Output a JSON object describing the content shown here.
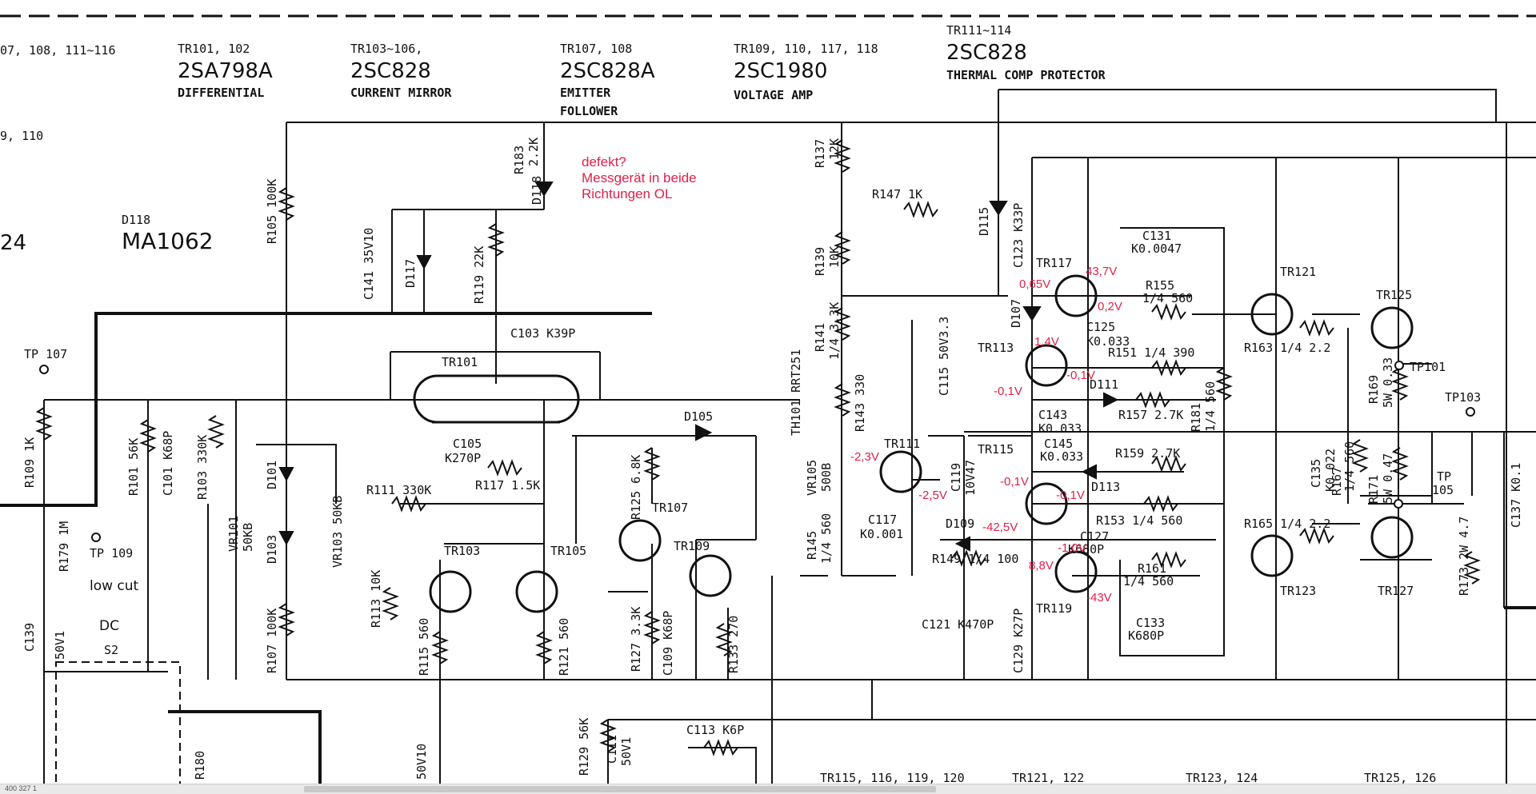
{
  "headers": [
    {
      "id": "h0",
      "sub": "07, 108, 111~116",
      "part": "",
      "func": ""
    },
    {
      "id": "h1",
      "sub": "TR101, 102",
      "part": "2SA798A",
      "func": "DIFFERENTIAL"
    },
    {
      "id": "h2",
      "sub": "TR103~106,",
      "part": "2SC828",
      "func": "CURRENT MIRROR"
    },
    {
      "id": "h3",
      "sub": "TR107, 108",
      "part": "2SC828A",
      "func": "EMITTER",
      "func2": "FOLLOWER"
    },
    {
      "id": "h4",
      "sub": "TR109, 110, 117, 118",
      "part": "2SC1980",
      "func": "VOLTAGE AMP"
    },
    {
      "id": "h5",
      "sub": "TR111~114",
      "part": "2SC828",
      "func": "THERMAL  COMP  PROTECTOR"
    }
  ],
  "left_fragments": {
    "f1": "9, 110",
    "f2": "24"
  },
  "d118_block": {
    "name": "D118",
    "part": "MA1062"
  },
  "annotation": {
    "line1": "defekt?",
    "line2": "Messgerät in beide",
    "line3": "Richtungen OL"
  },
  "switch_labels": {
    "low_cut": "low cut",
    "dc": "DC",
    "s2": "S2"
  },
  "footer_labels": [
    "TR115, 116, 119, 120",
    "TR121, 122",
    "TR123, 124",
    "TR125, 126"
  ],
  "components": {
    "R105": "R105 100K",
    "R183": "R183",
    "R183v": "2.2K",
    "D118": "D118",
    "C141": "C141 35V10",
    "D117": "D117",
    "R119": "R119 22K",
    "C103": "C103  K39P",
    "TR101": "TR101",
    "C105": "C105",
    "C105v": "K270P",
    "R117": "R117 1.5K",
    "D105": "D105",
    "R125": "R125 6.8K",
    "TR107": "TR107",
    "TR109": "TR109",
    "R127": "R127 3.3K",
    "C109": "C109 K68P",
    "R133": "R133 270",
    "TR103": "TR103",
    "TR105": "TR105",
    "R113": "R113 10K",
    "R115": "R115 560",
    "R121": "R121 560",
    "R107": "R107 100K",
    "VR101": "VR101",
    "VR101v": "50KB",
    "D101": "D101",
    "D103": "D103",
    "VR103": "VR103 50KB",
    "R111": "R111 330K",
    "R109": "R109 1K",
    "R101": "R101 56K",
    "C101": "C101 K68P",
    "R103": "R103 330K",
    "TP107": "TP 107",
    "TP109": "TP 109",
    "R179": "R179 1M",
    "C139": "C139",
    "C139v": "50V1",
    "R180": "R180",
    "C50V10": "50V10",
    "R129": "R129 56K",
    "C111": "C111",
    "C111v": "50V1",
    "C113": "C113 K6P",
    "R137": "R137",
    "R137v": "12K",
    "R147": "R147 1K",
    "R139": "R139",
    "R139v": "10K",
    "TH101": "TH101 RRT251",
    "R141": "R141",
    "R141v": "1/4 3.3K",
    "R143": "R143 330",
    "VR105": "VR105",
    "VR105v": "500B",
    "R145": "R145",
    "R145v": "1/4 560",
    "TR111": "TR111",
    "C117": "C117",
    "C117v": "K0.001",
    "C119": "C119",
    "C119v": "10V47",
    "C115": "C115 50V3.3",
    "D115": "D115",
    "C123": "C123 K33P",
    "D107": "D107",
    "TR117": "TR117",
    "C131": "C131",
    "C131v": "K0.0047",
    "R155": "R155",
    "R155v": "1/4 560",
    "C125": "C125",
    "C125v": "K0.033",
    "TR113": "TR113",
    "R151": "R151 1/4 390",
    "D111": "D111",
    "C143": "C143",
    "C143v": "K0.033",
    "R157": "R157 2.7K",
    "R181": "R181",
    "R181v": "1/4 560",
    "TR115": "TR115",
    "C145": "C145",
    "C145v": "K0.033",
    "R159": "R159 2.7K",
    "D113": "D113",
    "R153": "R153 1/4 560",
    "D109": "D109",
    "C127": "C127",
    "C127v": "K680P",
    "R149": "R149 1/4 100",
    "TR119": "TR119",
    "R161": "R161",
    "R161v": "1/4 560",
    "C121": "C121 K470P",
    "C129": "C129 K27P",
    "C133": "C133",
    "C133v": "K680P",
    "TR121": "TR121",
    "TR125": "TR125",
    "R163": "R163 1/4 2.2",
    "TP101": "TP101",
    "TP103": "TP103",
    "R169": "R169",
    "R169v": "5W 0.33",
    "C135": "C135",
    "C135v": "K0.022",
    "R167": "R167",
    "R167v": "1/4 560",
    "R171": "R171",
    "R171v": "5W 0.47",
    "TP105": "TP",
    "TP105v": "105",
    "C137": "C137 K0.1",
    "R165": "R165 1/4 2.2",
    "TR123": "TR123",
    "TR127": "TR127",
    "R173": "R173 2W 4.7"
  },
  "measurements": {
    "m1": "43,7V",
    "m2": "0,65V",
    "m3": "0,2V",
    "m4": "1,4V",
    "m5": "-0,1V",
    "m6": "-0,1V",
    "m7": "-2,3V",
    "m8": "-2,5V",
    "m9": "-0,1V",
    "m10": "-0,1V",
    "m11": "-42,5V",
    "m12": "-1,0V",
    "m13": "8,8V",
    "m14": "-43V"
  },
  "status": {
    "text": "400    327    1"
  }
}
